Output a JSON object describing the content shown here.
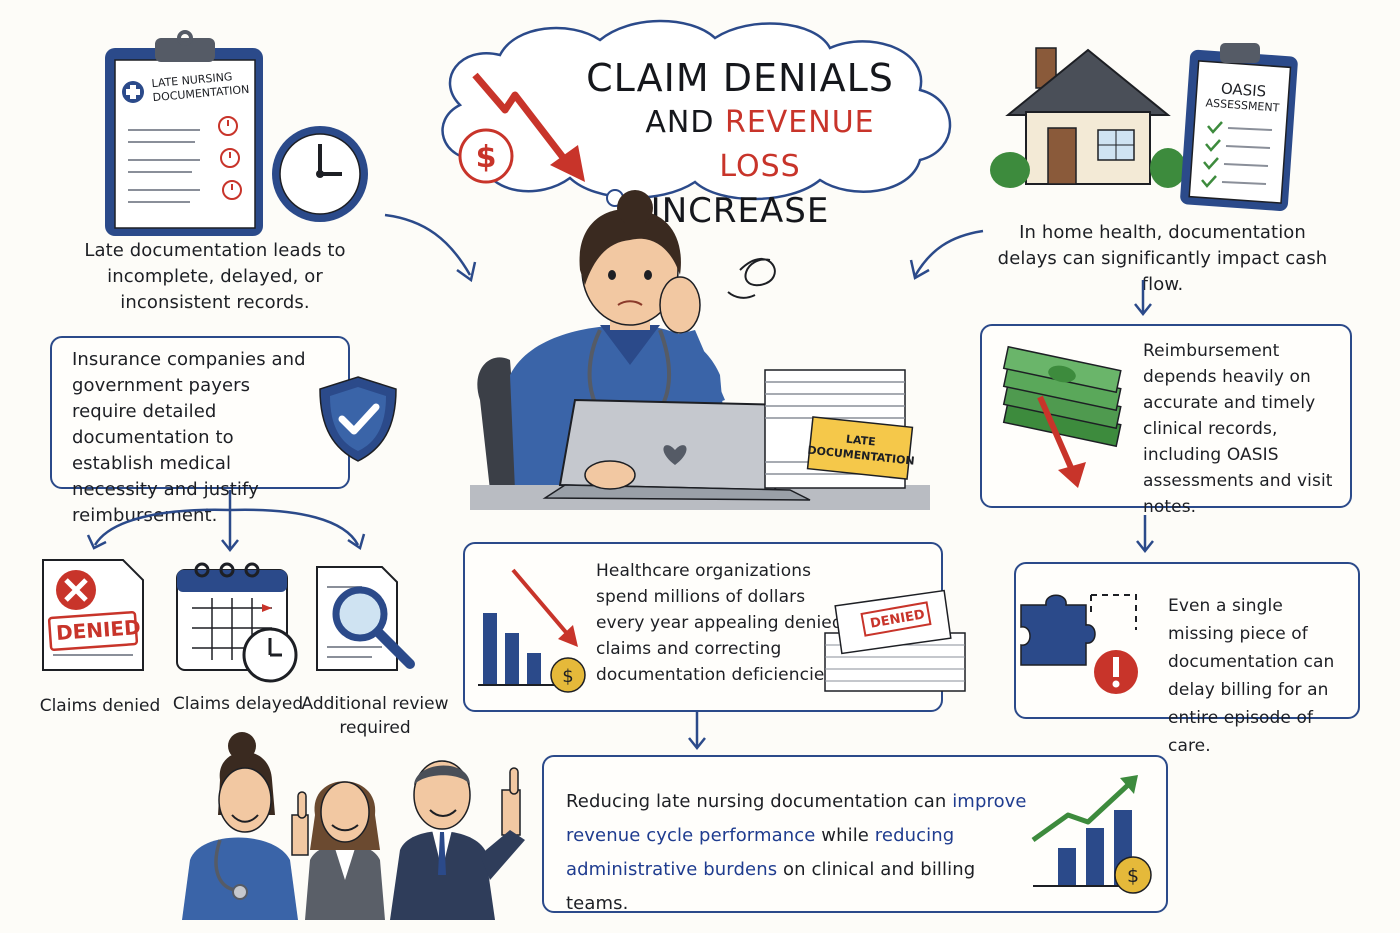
{
  "title": {
    "line1": "CLAIM DENIALS",
    "line2a": "AND ",
    "line2b": "REVENUE LOSS",
    "line3": "INCREASE"
  },
  "clipboard_left": {
    "line1": "LATE NURSING",
    "line2": "DOCUMENTATION"
  },
  "clipboard_right": {
    "line1": "OASIS",
    "line2": "ASSESSMENT"
  },
  "late_doc_text": "Late documentation leads to incomplete, delayed, or inconsistent records.",
  "paper_stack_label": {
    "line1": "LATE",
    "line2": "DOCUMENTATION"
  },
  "insurance_box": "Insurance companies and government payers require detailed documentation to establish medical necessity and justify reimbursement.",
  "outcomes": [
    {
      "label": "Claims denied",
      "stamp": "DENIED"
    },
    {
      "label": "Claims delayed"
    },
    {
      "label": "Additional review required"
    }
  ],
  "healthcare_box": {
    "text": "Healthcare organizations spend millions of dollars every year appealing denied claims and correcting documentation deficiencies.",
    "stamp": "DENIED"
  },
  "home_health_text": "In home health, documentation delays can significantly impact cash flow.",
  "reimbursement_box": "Reimbursement depends heavily on accurate and timely clinical records, including OASIS assessments and visit notes.",
  "missing_box": "Even a single missing piece of documentation can delay billing for an entire episode of care.",
  "bottom_box": {
    "part1": "Reducing late nursing documentation can ",
    "hl1": "improve revenue cycle performance",
    "part2": " while ",
    "hl2": "reducing administrative burdens",
    "part3": " on clinical and billing teams."
  },
  "colors": {
    "navy": "#2b4a8a",
    "red": "#c8342a",
    "green": "#3d8b3d",
    "gold": "#e5b93a",
    "scrubs": "#3a64a8"
  }
}
